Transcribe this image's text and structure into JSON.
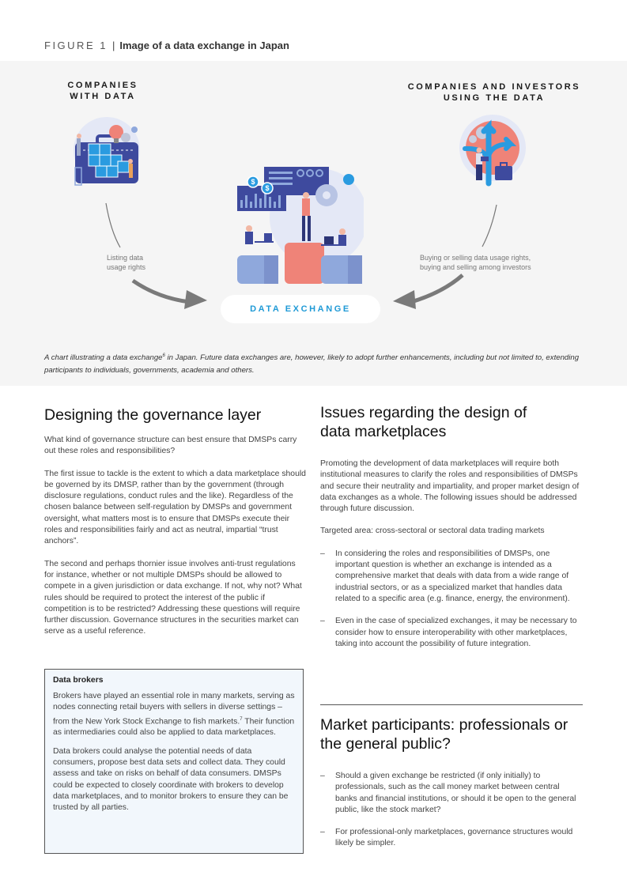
{
  "figure": {
    "number": "FIGURE 1",
    "separator": "|",
    "title": "Image of a data exchange in Japan",
    "label_left": "COMPANIES WITH DATA",
    "label_right": "COMPANIES AND INVESTORS USING THE DATA",
    "note_left": "Listing data usage rights",
    "note_right_line1": "Buying or selling data usage rights,",
    "note_right_line2": "buying and selling among investors",
    "center_label": "DATA EXCHANGE",
    "caption_part1": "A chart illustrating a data exchange",
    "caption_footnote": "6",
    "caption_part2": " in Japan. Future data exchanges are, however, likely to adopt further enhancements, including but not limited to, extending participants to individuals, governments, academia and others.",
    "colors": {
      "accent_blue": "#1f9ad6",
      "panel_bg": "#f5f5f5",
      "arrow_grey": "#7a7a7a",
      "illustration_navy": "#3e4a9e",
      "illustration_coral": "#ef8378",
      "illustration_periwinkle": "#8fa8dc"
    }
  },
  "governance": {
    "heading": "Designing the governance layer",
    "intro": "What kind of governance structure can best ensure that DMSPs carry out these roles and responsibilities?",
    "para1": "The first issue to tackle is the extent to which a data marketplace should be governed by its DMSP, rather than by the government (through disclosure regulations, conduct rules and the like). Regardless of the chosen balance between self-regulation by DMSPs and government oversight, what matters most is to ensure that DMSPs execute their roles and responsibilities fairly and act as neutral, impartial “trust anchors”.",
    "para2": "The second and perhaps thornier issue involves anti-trust regulations for instance, whether or not multiple DMSPs should be allowed to compete in a given jurisdiction or data exchange. If not, why not? What rules should be required to protect the interest of the public if competition is to be restricted? Addressing these questions will require further discussion. Governance structures in the securities market can serve as a useful reference."
  },
  "data_brokers_box": {
    "title": "Data brokers",
    "para1_part1": "Brokers have played an essential role in many markets, serving as nodes connecting retail buyers with sellers in diverse settings – from the New York Stock Exchange to fish markets.",
    "para1_footnote": "7",
    "para1_part2": " Their function as intermediaries could also be applied to data marketplaces.",
    "para2": "Data brokers could analyse the potential needs of data consumers, propose best data sets and collect data. They could assess and take on risks on behalf of data consumers. DMSPs could be expected to closely coordinate with brokers to develop data marketplaces, and to monitor brokers to ensure they can be trusted by all parties."
  },
  "issues": {
    "heading": "Issues regarding the design of data marketplaces",
    "intro": "Promoting the development of data marketplaces will require both institutional measures to clarify the roles and responsibilities of DMSPs and secure their neutrality and impartiality, and proper market design of data exchanges as a whole. The following issues should be addressed through future discussion.",
    "targeted_area": "Targeted area: cross-sectoral or sectoral data trading markets",
    "bullet_marker": "–",
    "bullets": [
      "In considering the roles and responsibilities of DMSPs, one important question is whether an exchange is intended as a comprehensive market that deals with data from a wide range of industrial sectors, or as a specialized market that handles data related to a specific area (e.g. finance, energy, the environment).",
      "Even in the case of specialized exchanges, it may be necessary to consider how to ensure interoperability with other marketplaces, taking into account the possibility of future integration."
    ]
  },
  "participants": {
    "heading": "Market participants: professionals or the general public?",
    "bullets": [
      "Should a given exchange be restricted (if only initially) to professionals, such as the call money market between central banks and financial institutions, or should it be open to the general public, like the stock market?",
      "For professional-only marketplaces, governance structures would likely be simpler."
    ]
  }
}
